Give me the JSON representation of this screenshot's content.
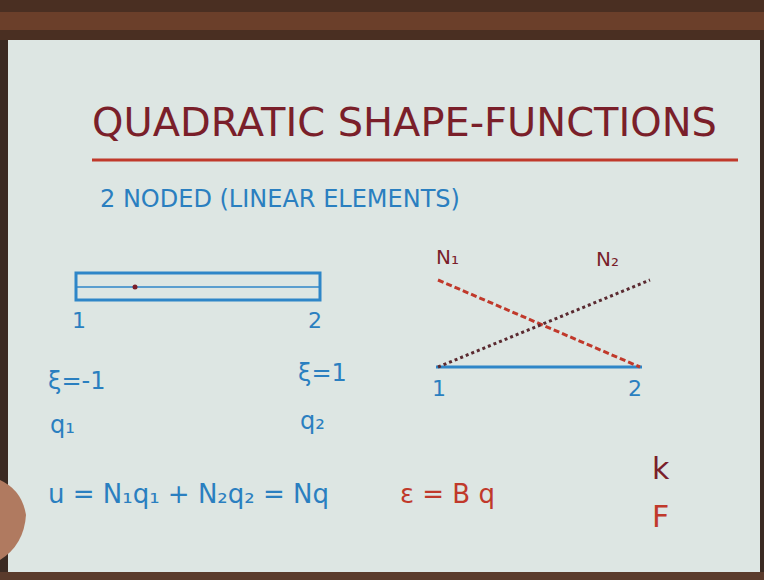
{
  "diagram": {
    "title": "QUADRATIC SHAPE-FUNCTIONS",
    "labels": [
      "2 NODED (LINEAR ELEMENTS)",
      "1",
      "2",
      "ξ=-1",
      "ξ=1",
      "q₁",
      "q₂",
      "N₁",
      "N₂",
      "1",
      "2",
      "u = N₁q₁ + N₂q₂ = Nq",
      "ε = B q",
      "k",
      "F"
    ]
  }
}
